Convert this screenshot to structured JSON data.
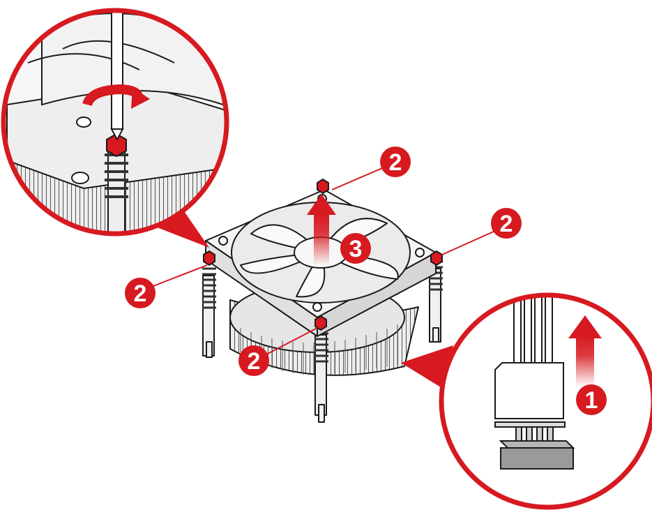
{
  "illustration": {
    "colors": {
      "callout_red": "#d71920",
      "outline": "#1a1a1a",
      "fan_fill": "#f4f4f4",
      "heatsink_fill": "#e8e8e8",
      "connector_gray": "#9a9a9a"
    },
    "callouts": [
      {
        "id": "c1",
        "label": "1",
        "meaning": "disconnect-fan-cable"
      },
      {
        "id": "c2a",
        "label": "2",
        "meaning": "loosen-screw"
      },
      {
        "id": "c2b",
        "label": "2",
        "meaning": "loosen-screw"
      },
      {
        "id": "c2c",
        "label": "2",
        "meaning": "loosen-screw"
      },
      {
        "id": "c2d",
        "label": "2",
        "meaning": "loosen-screw"
      },
      {
        "id": "c3",
        "label": "3",
        "meaning": "lift-heatsink"
      }
    ]
  }
}
